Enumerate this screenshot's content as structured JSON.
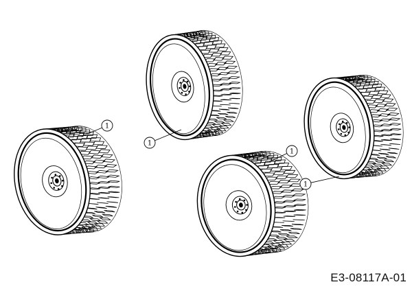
{
  "diagram": {
    "drawing_code": "E3-08117A-01",
    "callouts": [
      {
        "id": "callout-1a",
        "label": "1"
      },
      {
        "id": "callout-1b",
        "label": "1"
      },
      {
        "id": "callout-1c",
        "label": "1"
      },
      {
        "id": "callout-1d",
        "label": "1"
      }
    ],
    "parts": [
      {
        "id": "wheel-top",
        "name": "wheel"
      },
      {
        "id": "wheel-left",
        "name": "wheel"
      },
      {
        "id": "wheel-center",
        "name": "wheel"
      },
      {
        "id": "wheel-right",
        "name": "wheel"
      }
    ],
    "line_color": "#000000",
    "background_color": "#ffffff"
  }
}
